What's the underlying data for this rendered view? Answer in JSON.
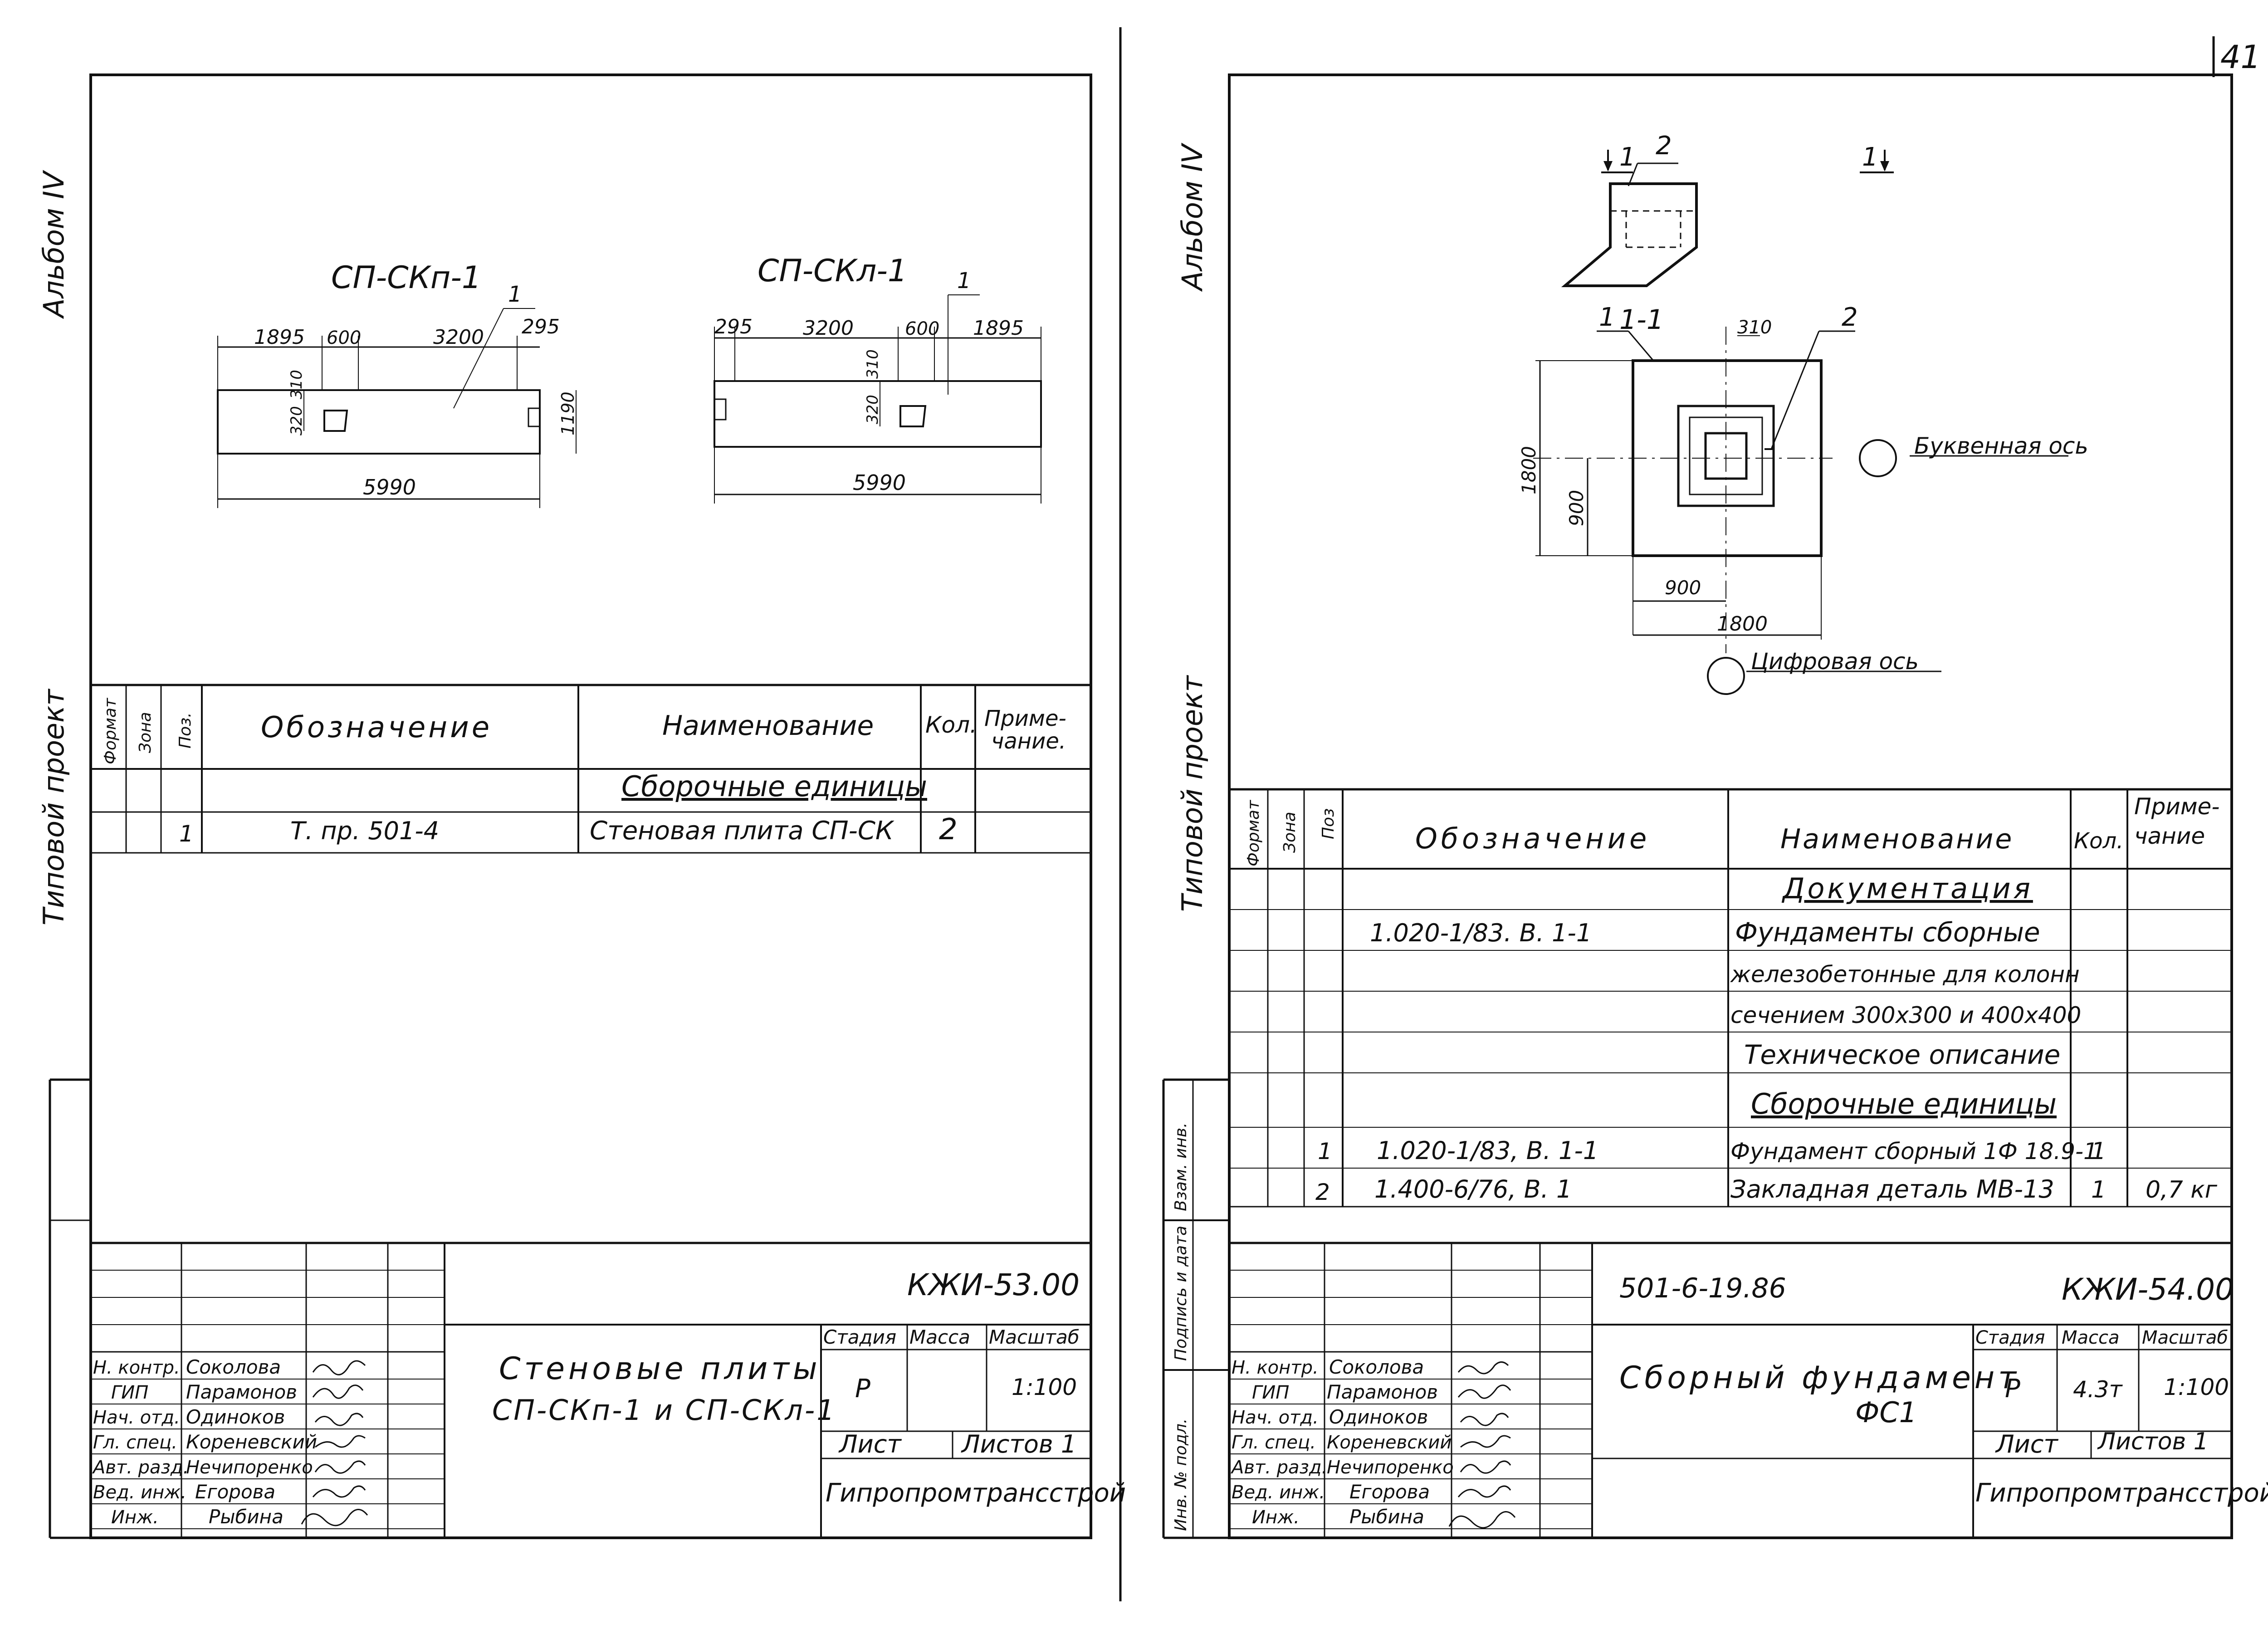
{
  "page_number": "41",
  "left": {
    "side_labels": {
      "album": "Альбом IV",
      "project": "Типовой проект"
    },
    "drawing1": {
      "title": "СП-СКп-1",
      "dims": [
        "1895",
        "600",
        "3200",
        "295",
        "310",
        "320",
        "1190",
        "5990"
      ],
      "leader": "1"
    },
    "drawing2": {
      "title": "СП-СКл-1",
      "dims": [
        "295",
        "3200",
        "600",
        "1895",
        "310",
        "320",
        "5990"
      ],
      "leader": "1"
    },
    "spec": {
      "headers": {
        "format": "Формат",
        "zone": "Зона",
        "pos": "Поз.",
        "designation": "Обозначение",
        "name": "Наименование",
        "qty": "Кол.",
        "note": "Приме-чание."
      },
      "section": "Сборочные единицы",
      "rows": [
        {
          "pos": "1",
          "designation": "Т. пр. 501-4",
          "name": "Стеновая плита СП-СК",
          "qty": "2"
        }
      ]
    },
    "stamp": {
      "code": "КЖИ-53.00",
      "title_line1": "Стеновые плиты",
      "title_line2": "СП-СКп-1 и СП-СКл-1",
      "col_headers": {
        "stage": "Стадия",
        "mass": "Масса",
        "scale": "Масштаб"
      },
      "stage": "Р",
      "mass": "",
      "scale": "1:100",
      "sheet_label": "Лист",
      "sheets_label": "Листов 1",
      "org": "Гипропромтрансстрой",
      "people": [
        {
          "role": "Н. контр.",
          "name": "Соколова"
        },
        {
          "role": "ГИП",
          "name": "Парамонов"
        },
        {
          "role": "Нач. отд.",
          "name": "Одиноков"
        },
        {
          "role": "Гл. спец.",
          "name": "Кореневский"
        },
        {
          "role": "Авт. разд.",
          "name": "Нечипоренко"
        },
        {
          "role": "Вед. инж.",
          "name": "Егорова"
        },
        {
          "role": "Инж.",
          "name": "Рыбина"
        }
      ]
    }
  },
  "right": {
    "side_labels": {
      "album": "Альбом IV",
      "project": "Типовой проект"
    },
    "binding_labels": {
      "vzam": "Взам. инв.",
      "podpis": "Подпись и дата",
      "inv": "Инв. № подл."
    },
    "drawing": {
      "section_mark": "1",
      "section_title": "1-1",
      "leaders": [
        "1",
        "2",
        "2"
      ],
      "dims": [
        "310",
        "1800",
        "900",
        "900",
        "1800"
      ],
      "axis_letter": "Буквенная ось",
      "axis_digit": "Цифровая ось"
    },
    "spec": {
      "headers": {
        "format": "Формат",
        "zone": "Зона",
        "pos": "Поз",
        "designation": "Обозначение",
        "name": "Наименование",
        "qty": "Кол.",
        "note": "Приме-чание"
      },
      "section1": "Документация",
      "doc_designation": "1.020-1/83. В. 1-1",
      "doc_name_lines": [
        "Фундаменты сборные",
        "железобетонные для колонн",
        "сечением 300х300 и 400х400",
        "Техническое описание"
      ],
      "section2": "Сборочные единицы",
      "rows": [
        {
          "pos": "1",
          "designation": "1.020-1/83, В. 1-1",
          "name": "Фундамент сборный 1Ф 18.9-1",
          "qty": "1",
          "note": ""
        },
        {
          "pos": "2",
          "designation": "1.400-6/76, В. 1",
          "name": "Закладная деталь МВ-13",
          "qty": "1",
          "note": "0,7 кг"
        }
      ]
    },
    "stamp": {
      "project": "501-6-19.86",
      "code": "КЖИ-54.00",
      "title_line1": "Сборный фундамент",
      "title_line2": "ФС1",
      "col_headers": {
        "stage": "Стадия",
        "mass": "Масса",
        "scale": "Масштаб"
      },
      "stage": "Р",
      "mass": "4.3т",
      "scale": "1:100",
      "sheet_label": "Лист",
      "sheets_label": "Листов 1",
      "org": "Гипропромтрансстрой",
      "people": [
        {
          "role": "Н. контр.",
          "name": "Соколова"
        },
        {
          "role": "ГИП",
          "name": "Парамонов"
        },
        {
          "role": "Нач. отд.",
          "name": "Одиноков"
        },
        {
          "role": "Гл. спец.",
          "name": "Кореневский"
        },
        {
          "role": "Авт. разд.",
          "name": "Нечипоренко"
        },
        {
          "role": "Вед. инж.",
          "name": "Егорова"
        },
        {
          "role": "Инж.",
          "name": "Рыбина"
        }
      ]
    }
  }
}
